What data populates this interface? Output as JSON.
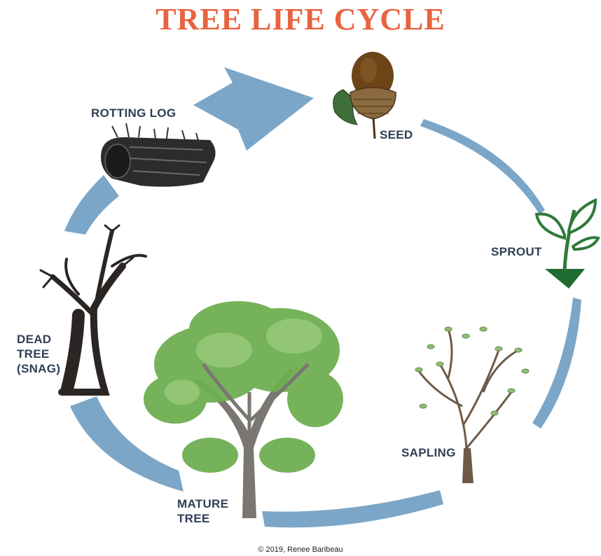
{
  "title": "TREE LIFE CYCLE",
  "stages": {
    "seed": {
      "lines": [
        "SEED"
      ]
    },
    "sprout": {
      "lines": [
        "SPROUT"
      ]
    },
    "sapling": {
      "lines": [
        "SAPLING"
      ]
    },
    "mature_tree": {
      "lines": [
        "MATURE",
        "TREE"
      ]
    },
    "dead_tree": {
      "lines": [
        "DEAD",
        "TREE",
        "(SNAG)"
      ]
    },
    "rotting_log": {
      "lines": [
        "ROTTING LOG"
      ]
    }
  },
  "credit": "© 2019, Renee Baribeau",
  "colors": {
    "title": "#e8633f",
    "arrow": "#7ba6c8",
    "label": "#2f3e56"
  },
  "icons": [
    "acorn-icon",
    "sprout-icon",
    "sapling-icon",
    "mature-tree-icon",
    "dead-tree-icon",
    "rotting-log-icon"
  ]
}
